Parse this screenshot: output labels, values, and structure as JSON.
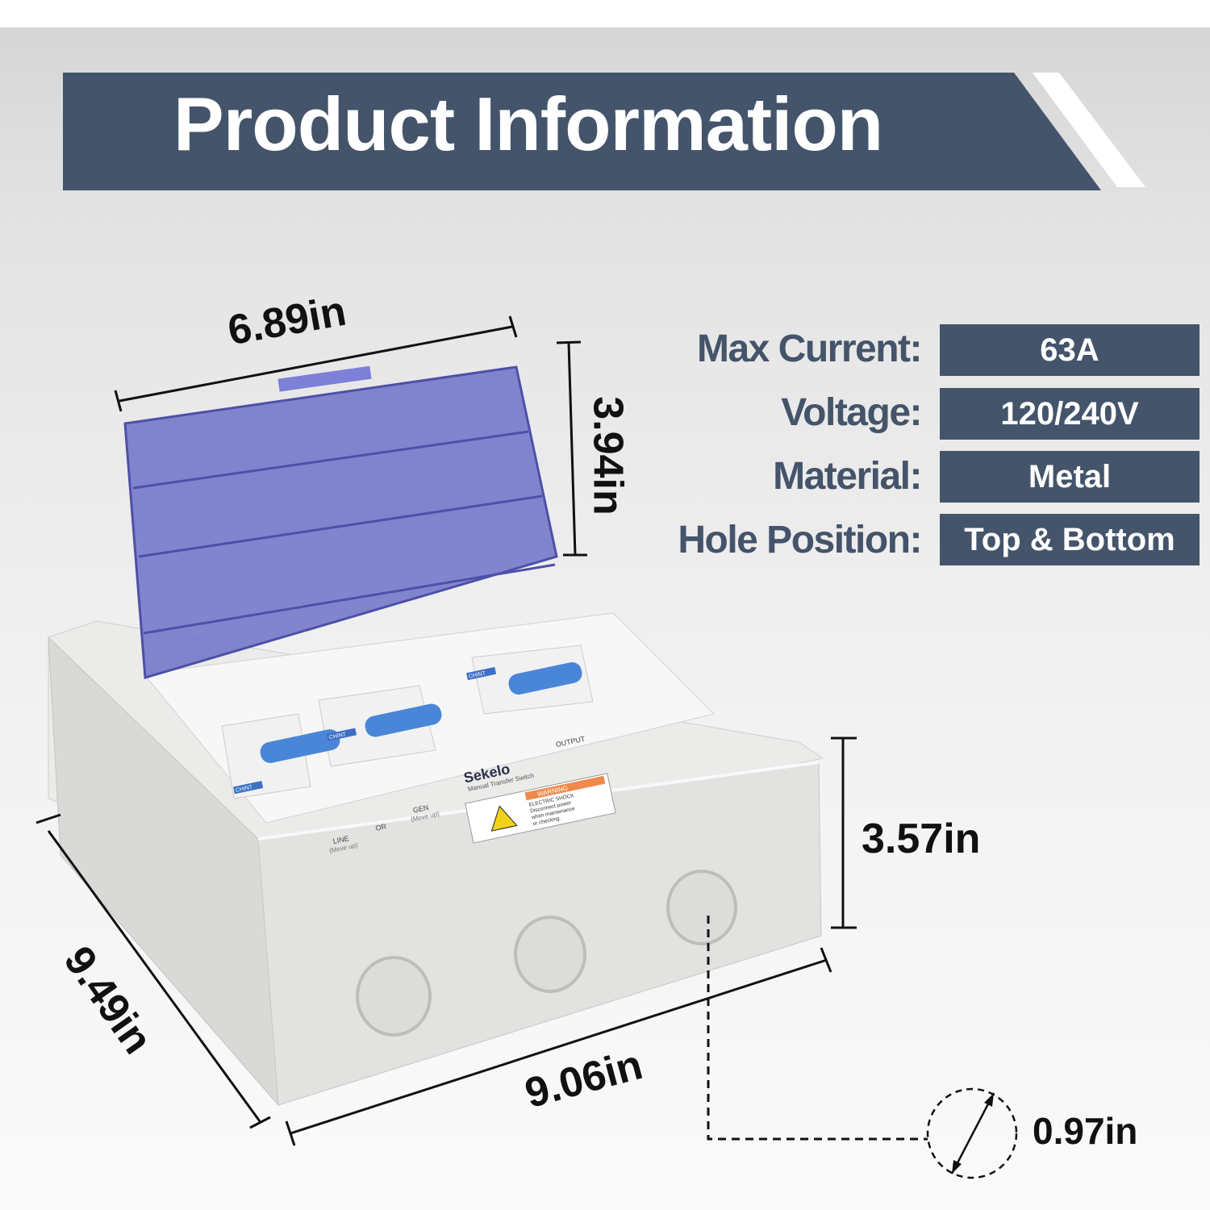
{
  "header": {
    "title": "Product Information"
  },
  "specs": [
    {
      "label": "Max Current:",
      "value": "63A"
    },
    {
      "label": "Voltage:",
      "value": "120/240V"
    },
    {
      "label": "Material:",
      "value": "Metal"
    },
    {
      "label": "Hole Position:",
      "value": "Top & Bottom"
    }
  ],
  "dimensions": {
    "cover_width": "6.89in",
    "cover_height": "3.94in",
    "box_height": "3.57in",
    "box_depth": "9.49in",
    "box_width": "9.06in",
    "hole_diameter": "0.97in"
  },
  "panel": {
    "breaker_brand": "CHINT",
    "logo": "Sekelo",
    "subtitle": "Manual Transfer Switch",
    "line_label": "LINE",
    "line_hint": "(Move up)",
    "or_label": "OR",
    "gen_label": "GEN",
    "gen_hint": "(Move up)",
    "output_label": "OUTPUT",
    "warning_title": "WARNING",
    "warning_text": [
      "ELECTRIC SHOCK",
      "Disconnect power",
      "when maintenance",
      "or checking."
    ]
  },
  "colors": {
    "accent": "#44546a",
    "cover": "#6f72c8",
    "breaker_handle": "#4a86d8",
    "box": "#e6e6e4"
  }
}
